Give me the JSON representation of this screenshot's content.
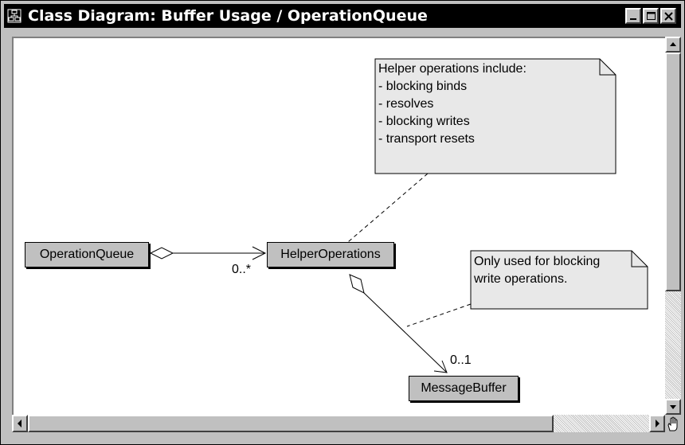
{
  "window": {
    "title": "Class Diagram: Buffer Usage / OperationQueue"
  },
  "title_buttons": {
    "minimize_icon": "minimize-icon",
    "maximize_icon": "maximize-icon",
    "close_icon": "close-icon"
  },
  "diagram": {
    "classes": {
      "operation_queue": "OperationQueue",
      "helper_operations": "HelperOperations",
      "message_buffer": "MessageBuffer"
    },
    "multiplicities": {
      "helper_end": "0..*",
      "buffer_end": "0..1"
    },
    "notes": {
      "helper_note": [
        "Helper operations include:",
        "- blocking binds",
        "- resolves",
        "- blocking writes",
        "- transport resets"
      ],
      "buffer_note": [
        "Only used for blocking",
        "write operations."
      ]
    }
  },
  "scrollbars": {
    "up_icon": "arrow-up-icon",
    "down_icon": "arrow-down-icon",
    "left_icon": "arrow-left-icon",
    "right_icon": "arrow-right-icon",
    "corner_icon": "hand-icon"
  }
}
